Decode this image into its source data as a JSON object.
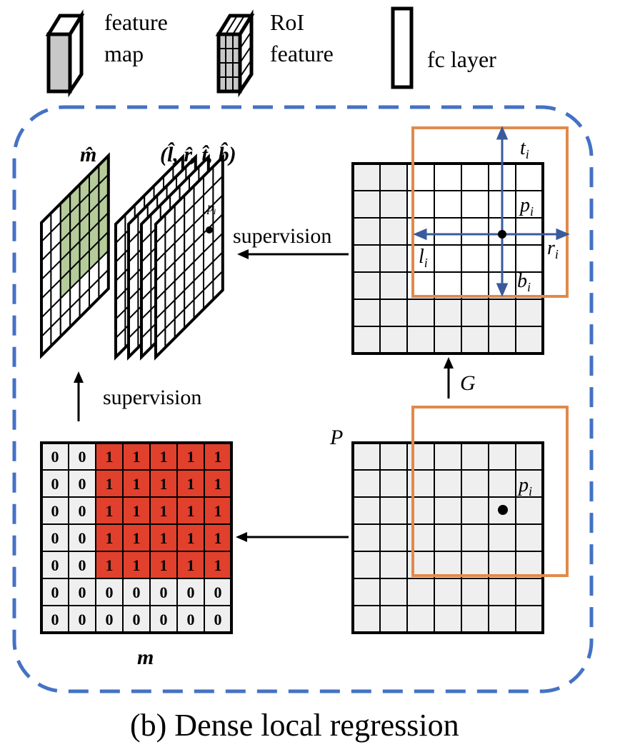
{
  "legend": {
    "feature_map_line1": "feature",
    "feature_map_line2": "map",
    "roi_feature_line1": "RoI",
    "roi_feature_line2": "feature",
    "fc_layer": "fc layer"
  },
  "labels": {
    "m_hat": "m̂",
    "ltrb_hat": "(l̂, r̂, t̂, b̂)",
    "p_i_small": "p",
    "supervision_top": "supervision",
    "supervision_left": "supervision",
    "G": "G",
    "P": "P",
    "m": "m",
    "t_i": "t",
    "p_i": "p",
    "l_i": "l",
    "r_i": "r",
    "b_i": "b",
    "p_i_lower": "p",
    "subscript_i": "i"
  },
  "mask_grid": {
    "rows": [
      [
        "0",
        "0",
        "1",
        "1",
        "1",
        "1",
        "1"
      ],
      [
        "0",
        "0",
        "1",
        "1",
        "1",
        "1",
        "1"
      ],
      [
        "0",
        "0",
        "1",
        "1",
        "1",
        "1",
        "1"
      ],
      [
        "0",
        "0",
        "1",
        "1",
        "1",
        "1",
        "1"
      ],
      [
        "0",
        "0",
        "1",
        "1",
        "1",
        "1",
        "1"
      ],
      [
        "0",
        "0",
        "0",
        "0",
        "0",
        "0",
        "0"
      ],
      [
        "0",
        "0",
        "0",
        "0",
        "0",
        "0",
        "0"
      ]
    ]
  },
  "caption": "(b) Dense local regression",
  "colors": {
    "dashed_border": "#4472c4",
    "orange_box": "#e08a4c",
    "red_cell": "#e0402c",
    "green_cell": "#b5cc9a",
    "gray_cell": "#efefef",
    "arrow_blue": "#3a5a9c"
  }
}
